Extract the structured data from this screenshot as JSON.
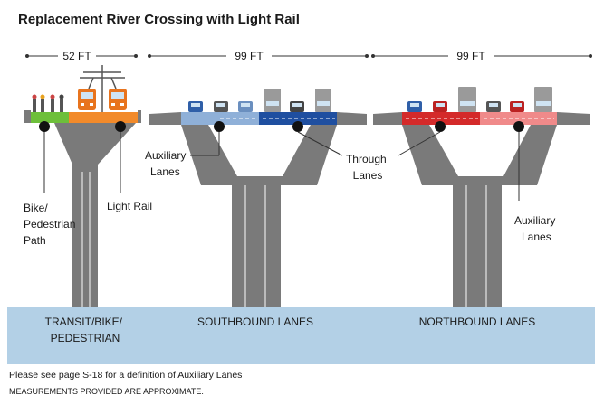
{
  "title": "Replacement River Crossing with Light Rail",
  "dimensions": {
    "transit": "52 FT",
    "southbound": "99 FT",
    "northbound": "99 FT"
  },
  "callouts": {
    "bike_path": [
      "Bike/",
      "Pedestrian",
      "Path"
    ],
    "light_rail": "Light Rail",
    "auxiliary_sb": [
      "Auxiliary",
      "Lanes"
    ],
    "through": [
      "Through",
      "Lanes"
    ],
    "auxiliary_nb": [
      "Auxiliary",
      "Lanes"
    ]
  },
  "water_labels": {
    "transit": [
      "TRANSIT/BIKE/",
      "PEDESTRIAN"
    ],
    "southbound": "SOUTHBOUND LANES",
    "northbound": "NORTHBOUND LANES"
  },
  "footnotes": {
    "auxiliary": "Please see page S-18 for a definition of Auxiliary Lanes",
    "measurements": "MEASUREMENTS PROVIDED ARE APPROXIMATE."
  },
  "colors": {
    "water": "#b3d0e6",
    "pier": "#7a7a7a",
    "pier_dark": "#5e5e5e",
    "bike": "#6dbf3a",
    "rail": "#f28a2a",
    "sb_aux": "#8fb0d8",
    "sb_through": "#1f4fa0",
    "nb_through": "#d42a2a",
    "nb_aux": "#f08a8a"
  }
}
